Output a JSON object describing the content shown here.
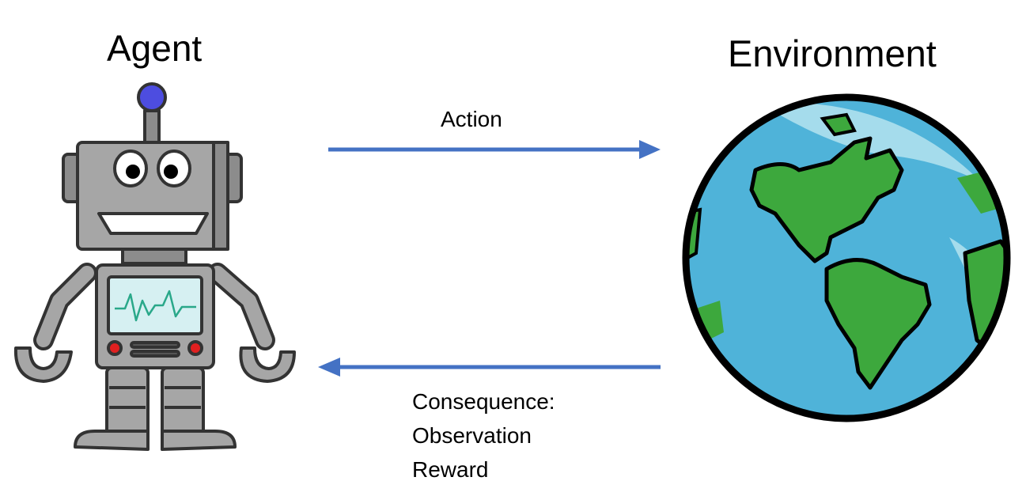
{
  "agent": {
    "title": "Agent",
    "icon": "robot-icon"
  },
  "environment": {
    "title": "Environment",
    "icon": "globe-icon"
  },
  "action_arrow": {
    "label": "Action",
    "color": "#4472C4",
    "direction": "agent-to-environment"
  },
  "consequence_arrow": {
    "color": "#4472C4",
    "direction": "environment-to-agent",
    "lines": [
      "Consequence:",
      "Observation",
      "Reward"
    ]
  },
  "colors": {
    "robot_body": "#A6A6A6",
    "robot_dark": "#7F7F7F",
    "robot_screen": "#D6F0F2",
    "robot_antenna_ball": "#4D4DE0",
    "robot_buttons": "#E02020",
    "ocean": "#4FB3D9",
    "ocean_light": "#A5DCEC",
    "land": "#3DA83D"
  }
}
